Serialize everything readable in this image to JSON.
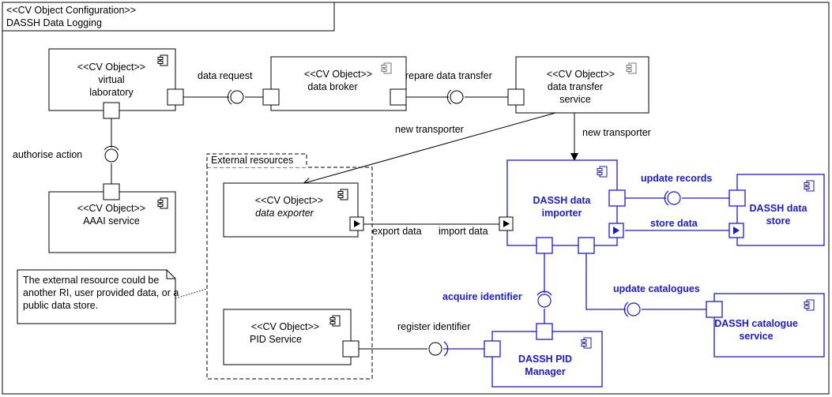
{
  "frame": {
    "title_line1": "<<CV Object Configuration>>",
    "title_line2": "DASSH Data Logging"
  },
  "components": {
    "virtual_laboratory": {
      "stereotype": "<<CV Object>>",
      "name_line1": "virtual",
      "name_line2": "laboratory"
    },
    "data_broker": {
      "stereotype": "<<CV Object>>",
      "name": "data broker"
    },
    "data_transfer_service": {
      "stereotype": "<<CV Object>>",
      "name_line1": "data transfer",
      "name_line2": "service"
    },
    "aaai_service": {
      "stereotype": "<<CV Object>>",
      "name": "AAAI service"
    },
    "data_exporter": {
      "stereotype": "<<CV Object>>",
      "name": "data exporter"
    },
    "pid_service": {
      "stereotype": "<<CV Object>>",
      "name": "PID Service"
    },
    "dassh_data_importer": {
      "name_line1": "DASSH data",
      "name_line2": "importer"
    },
    "dassh_data_store": {
      "name_line1": "DASSH data",
      "name_line2": "store"
    },
    "dassh_catalogue_service": {
      "name_line1": "DASSH catalogue",
      "name_line2": "service"
    },
    "dassh_pid_manager": {
      "name_line1": "DASSH PID",
      "name_line2": "Manager"
    }
  },
  "group": {
    "label": "External resources"
  },
  "labels": {
    "data_request": "data request",
    "prepare_data_transfer": "prepare data transfer",
    "authorise_action": "authorise action",
    "new_transporter_left": "new transporter",
    "new_transporter_right": "new transporter",
    "export_data": "export data",
    "import_data": "import data",
    "update_records": "update records",
    "store_data": "store data",
    "acquire_identifier": "acquire identifier",
    "update_catalogues": "update catalogues",
    "register_identifier": "register identifier"
  },
  "note": {
    "text": "The external resource could be another RI, user provided data, or a public data store."
  },
  "colors": {
    "ink": "#000000",
    "accent_blue": "#1a1adf",
    "background": "#ffffff"
  },
  "icons": [
    "component-icon",
    "port-square",
    "port-arrow",
    "provided-interface-circle",
    "required-interface-socket"
  ]
}
